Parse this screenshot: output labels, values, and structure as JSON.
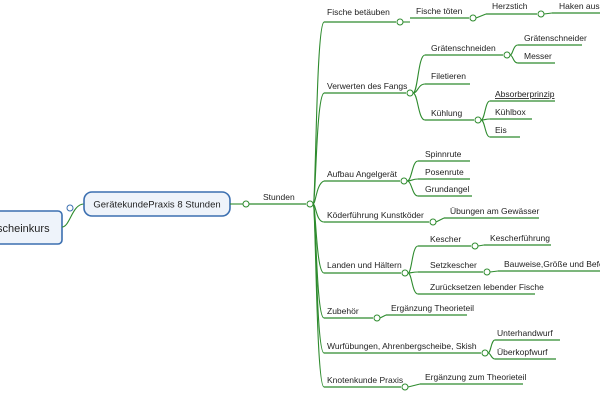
{
  "root": {
    "label": "Angelscheinkurs",
    "visible": "scheinkurs"
  },
  "center": {
    "label": "GerätekundePraxis 8 Stunden"
  },
  "stunden": {
    "label": "Stunden"
  },
  "branches": [
    {
      "label": "Fische betäuben",
      "children": [
        {
          "label": "Fische töten",
          "children": [
            {
              "label": "Herzstich",
              "children": [
                {
                  "label": "Haken aus F"
                }
              ]
            }
          ]
        }
      ]
    },
    {
      "label": "Verwerten des Fangs",
      "children": [
        {
          "label": "Grätenschneiden",
          "children": [
            {
              "label": "Grätenschneider"
            },
            {
              "label": "Messer"
            }
          ]
        },
        {
          "label": "Filetieren"
        },
        {
          "label": "Kühlung",
          "children": [
            {
              "label": "Absorberprinzip"
            },
            {
              "label": "Kühlbox"
            },
            {
              "label": "Eis"
            }
          ]
        }
      ]
    },
    {
      "label": "Aufbau Angelgerät",
      "children": [
        {
          "label": "Spinnrute"
        },
        {
          "label": "Posenrute"
        },
        {
          "label": "Grundangel"
        }
      ]
    },
    {
      "label": "Köderführung Kunstköder",
      "children": [
        {
          "label": "Übungen am Gewässer"
        }
      ]
    },
    {
      "label": "Landen und Hältern",
      "children": [
        {
          "label": "Kescher",
          "children": [
            {
              "label": "Kescherführung"
            }
          ]
        },
        {
          "label": "Setzkescher",
          "children": [
            {
              "label": "Bauweise,Größe und Befesti"
            }
          ]
        },
        {
          "label": "Zurücksetzen lebender Fische"
        }
      ]
    },
    {
      "label": "Zubehör",
      "children": [
        {
          "label": "Ergänzung Theorieteil"
        }
      ]
    },
    {
      "label": "Wurfübungen, Ahrenbergscheibe, Skish",
      "children": [
        {
          "label": "Unterhandwurf"
        },
        {
          "label": "Überkopfwurf"
        }
      ]
    },
    {
      "label": "Knotenkunde Praxis",
      "children": [
        {
          "label": "Ergänzung zum Theorieteil"
        }
      ]
    }
  ],
  "colors": {
    "line": "#2e8b2e",
    "box_border": "#3b6fb0",
    "box_fill": "#eef3fa",
    "collapse_fill": "#ffffff"
  }
}
